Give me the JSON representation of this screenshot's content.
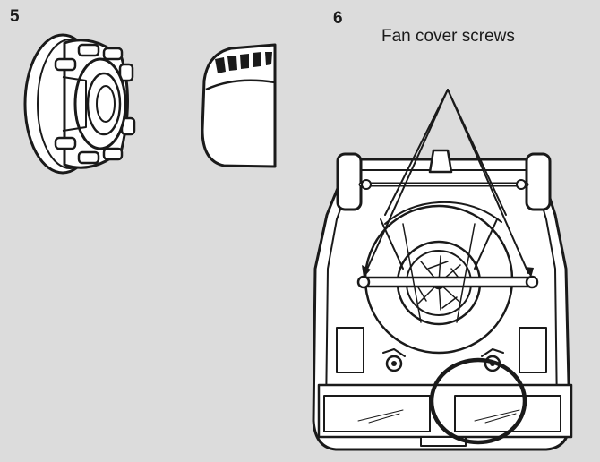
{
  "steps": {
    "left_number": "5",
    "right_number": "6"
  },
  "callout": {
    "label": "Fan cover screws"
  },
  "colors": {
    "background": "#dcdcdc",
    "ink": "#1a1a1a",
    "fill": "#ffffff"
  }
}
